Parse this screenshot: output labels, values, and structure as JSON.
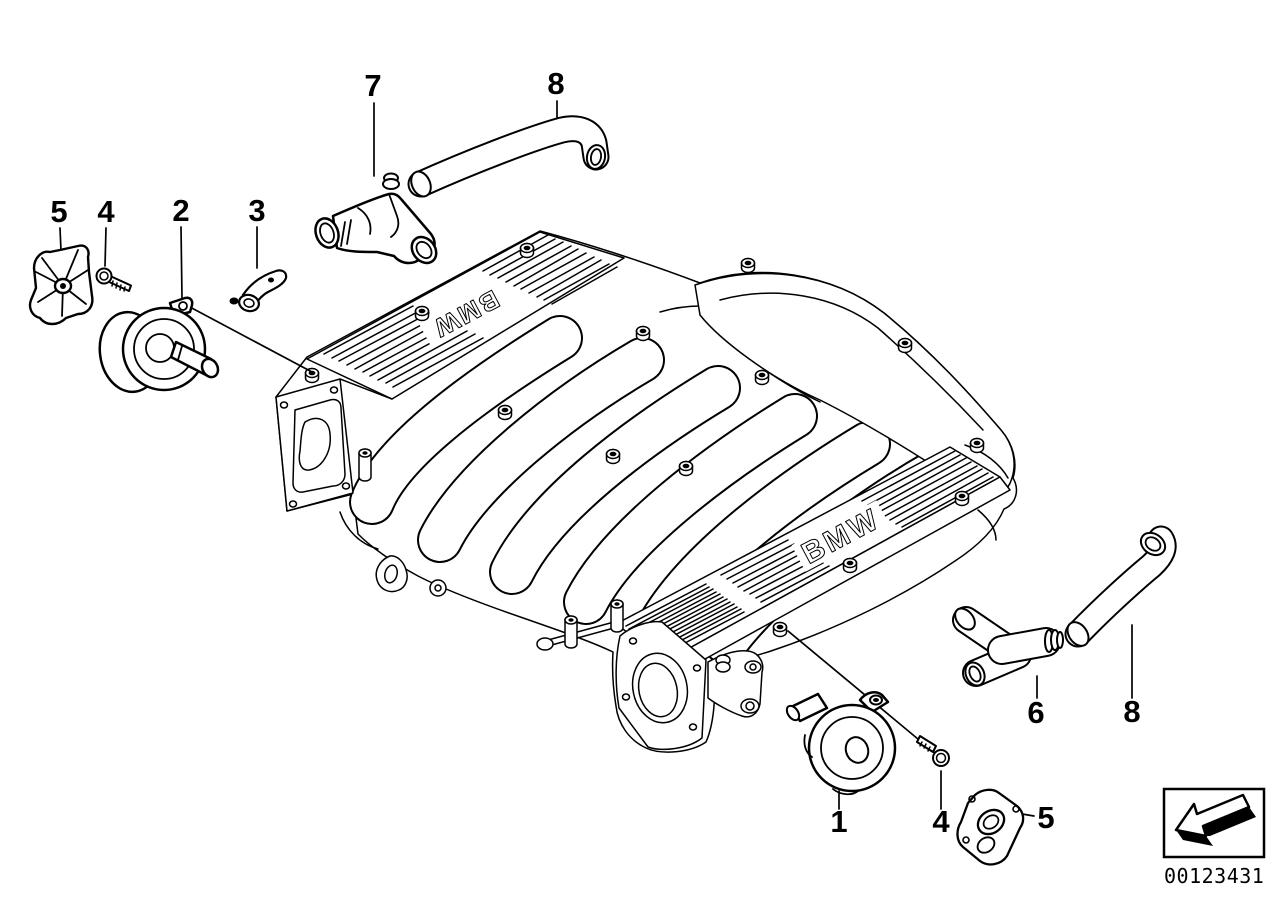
{
  "diagram": {
    "brand_text": "BMW",
    "part_number": "00123431",
    "colors": {
      "background": "#ffffff",
      "line": "#000000"
    },
    "callouts": [
      {
        "label": "7",
        "item": "t-shaped vent pipe"
      },
      {
        "label": "8",
        "item": "vent hose top"
      },
      {
        "label": "5",
        "item": "ribbed cover"
      },
      {
        "label": "4",
        "item": "screw left"
      },
      {
        "label": "2",
        "item": "pressure control valve left"
      },
      {
        "label": "3",
        "item": "bracket"
      },
      {
        "label": "6",
        "item": "angled connector"
      },
      {
        "label": "8",
        "item": "vent hose right"
      },
      {
        "label": "1",
        "item": "pressure control valve bottom"
      },
      {
        "label": "4",
        "item": "screw bottom"
      },
      {
        "label": "5",
        "item": "gasket bottom"
      }
    ],
    "icons": {
      "corner": "direction-arrow-icon"
    }
  }
}
